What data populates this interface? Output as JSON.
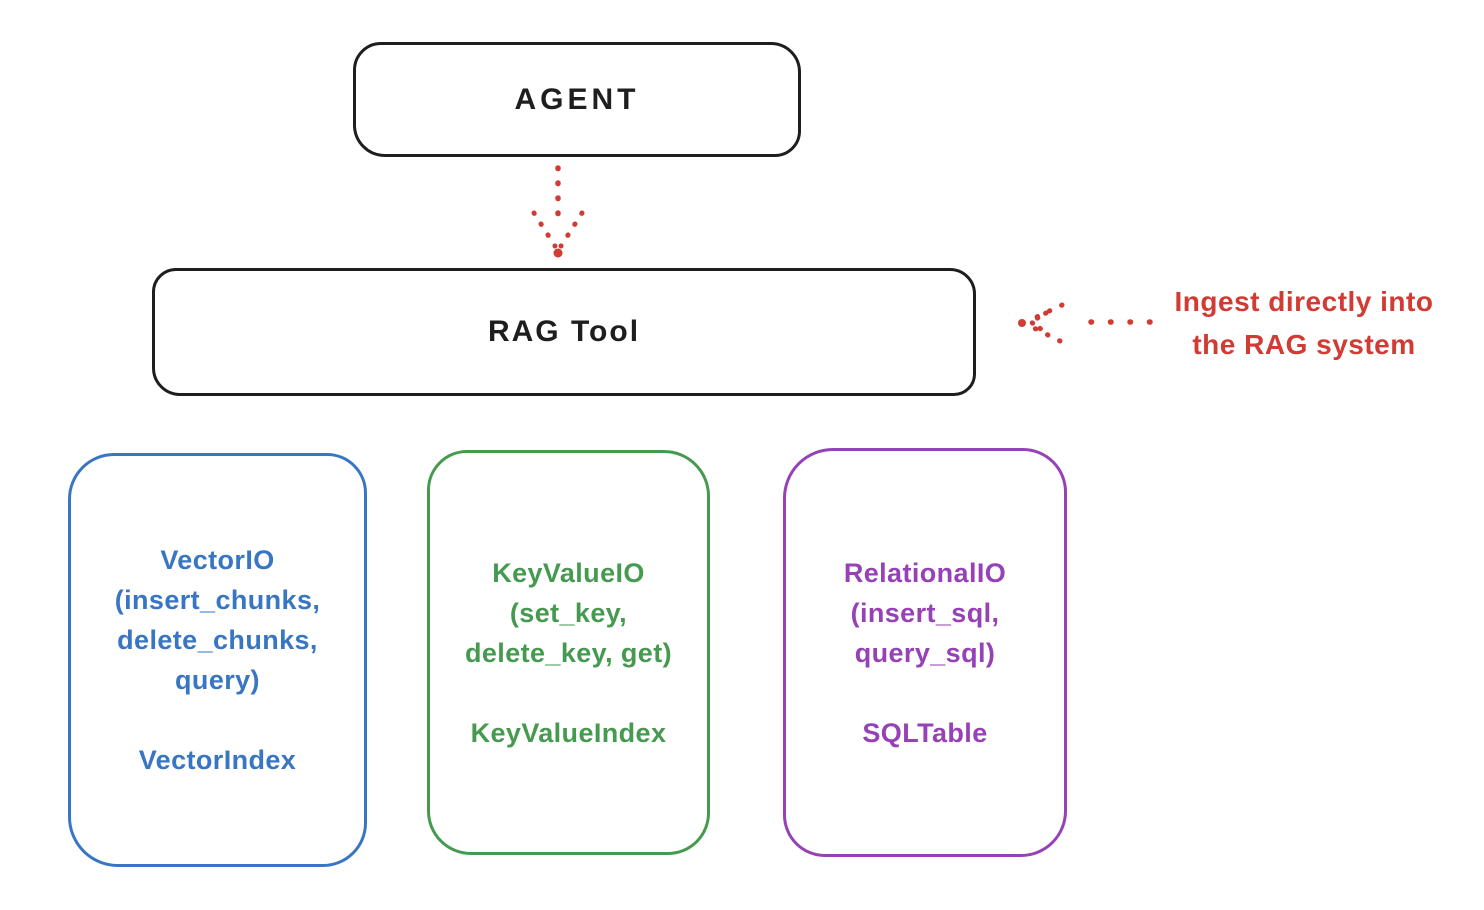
{
  "agent_box": {
    "label": "AGENT"
  },
  "rag_tool_box": {
    "label": "RAG Tool"
  },
  "annotation": {
    "lines": [
      "Ingest directly into",
      "the RAG system"
    ]
  },
  "storage_boxes": [
    {
      "accent": "blue",
      "lines": [
        "VectorIO",
        "(insert_chunks,",
        "delete_chunks,",
        "query)",
        "",
        "VectorIndex"
      ]
    },
    {
      "accent": "green",
      "lines": [
        "KeyValueIO",
        "(set_key,",
        "delete_key, get)",
        "",
        "KeyValueIndex"
      ]
    },
    {
      "accent": "purple",
      "lines": [
        "RelationalIO",
        "(insert_sql,",
        "query_sql)",
        "",
        "SQLTable"
      ]
    }
  ],
  "arrows": [
    {
      "name": "agent-to-rag-tool",
      "style": "dotted",
      "color_key": "red",
      "direction": "down"
    },
    {
      "name": "annotation-to-rag-tool",
      "style": "dotted",
      "color_key": "red",
      "direction": "left"
    }
  ],
  "colors": {
    "ink": "#1e1e1e",
    "red": "#d13b33",
    "blue": "#3876c4",
    "green": "#459a50",
    "purple": "#9641b5"
  }
}
